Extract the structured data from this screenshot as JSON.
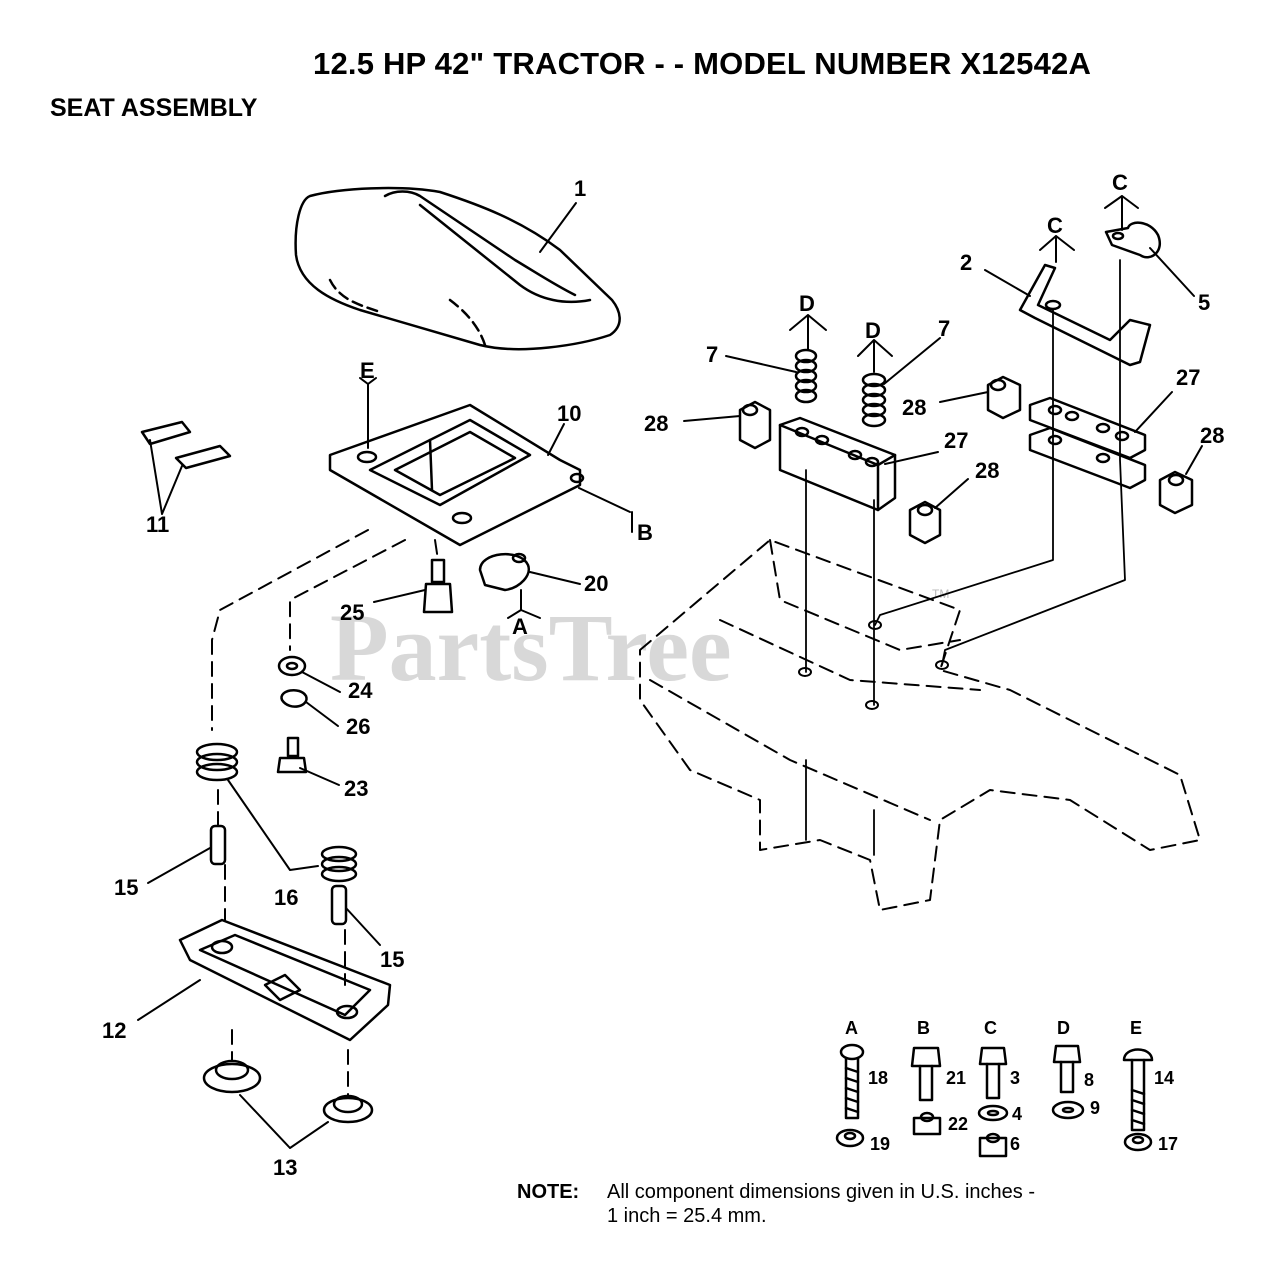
{
  "header": {
    "title": "12.5 HP 42\" TRACTOR - - MODEL NUMBER X12542A",
    "section": "SEAT ASSEMBLY"
  },
  "watermark": {
    "text": "PartsTree",
    "tm": "TM"
  },
  "parts": {
    "p1": "1",
    "p2": "2",
    "p5": "5",
    "p7a": "7",
    "p7b": "7",
    "p10": "10",
    "p11": "11",
    "p12": "12",
    "p13": "13",
    "p15a": "15",
    "p15b": "15",
    "p16": "16",
    "p20": "20",
    "p23": "23",
    "p24": "24",
    "p25": "25",
    "p26": "26",
    "p27a": "27",
    "p27b": "27",
    "p28a": "28",
    "p28b": "28",
    "p28c": "28",
    "p28d": "28"
  },
  "refs": {
    "e": "E",
    "b": "B",
    "a": "A",
    "c1": "C",
    "c2": "C",
    "d1": "D",
    "d2": "D"
  },
  "hardware": {
    "groups": [
      {
        "letter": "A",
        "top": "18",
        "bottom": "19"
      },
      {
        "letter": "B",
        "top": "21",
        "bottom": "22"
      },
      {
        "letter": "C",
        "top": "3",
        "mid": "4",
        "bottom": "6"
      },
      {
        "letter": "D",
        "top": "8",
        "bottom": "9"
      },
      {
        "letter": "E",
        "top": "14",
        "bottom": "17"
      }
    ]
  },
  "note": {
    "label": "NOTE:",
    "line1": "All component dimensions given in U.S. inches -",
    "line2": "1 inch = 25.4 mm."
  }
}
